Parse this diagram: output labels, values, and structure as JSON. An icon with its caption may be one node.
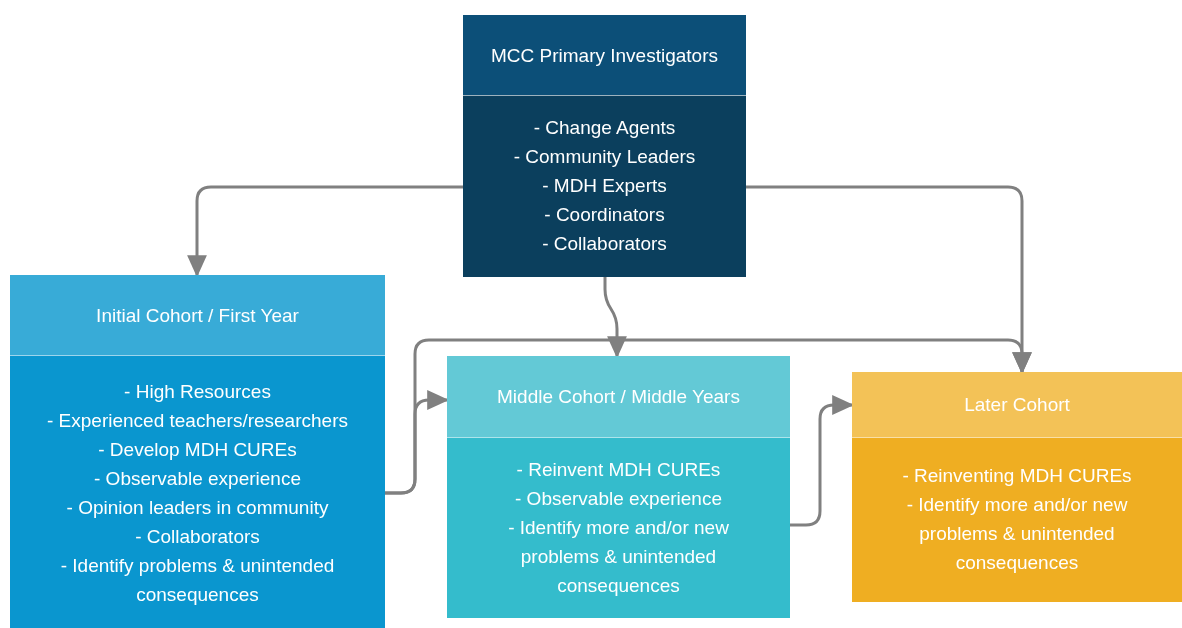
{
  "diagram": {
    "nodes": [
      {
        "text": [
          "MCC Primary Investigators",
          "- Change Agents",
          "- Community Leaders",
          "- MDH Experts",
          "- Coordinators",
          "- Collaborators"
        ]
      },
      {
        "text": [
          "Initial Cohort / First Year",
          "- High Resources",
          "- Experienced teachers/researchers",
          "- Develop MDH CUREs",
          "- Observable experience",
          "- Opinion leaders in community",
          "- Collaborators",
          "- Identify problems & unintended consequences"
        ]
      },
      {
        "text": [
          "Middle Cohort / Middle Years",
          "- Reinvent MDH CUREs",
          "- Observable experience",
          "- Identify more and/or new problems & unintended consequences"
        ]
      },
      {
        "text": [
          "Later Cohort",
          "- Reinventing MDH CUREs",
          "- Identify more and/or new problems & unintended consequences"
        ]
      }
    ],
    "edges": [
      {
        "from": 0,
        "to": 1,
        "arrow": "to"
      },
      {
        "from": 0,
        "to": 2,
        "arrow": "to"
      },
      {
        "from": 0,
        "to": 3,
        "arrow": "to"
      },
      {
        "from": 1,
        "to": 2,
        "arrow": "to"
      },
      {
        "from": 1,
        "to": 3,
        "arrow": "to"
      },
      {
        "from": 2,
        "to": 3,
        "arrow": "to"
      }
    ]
  }
}
